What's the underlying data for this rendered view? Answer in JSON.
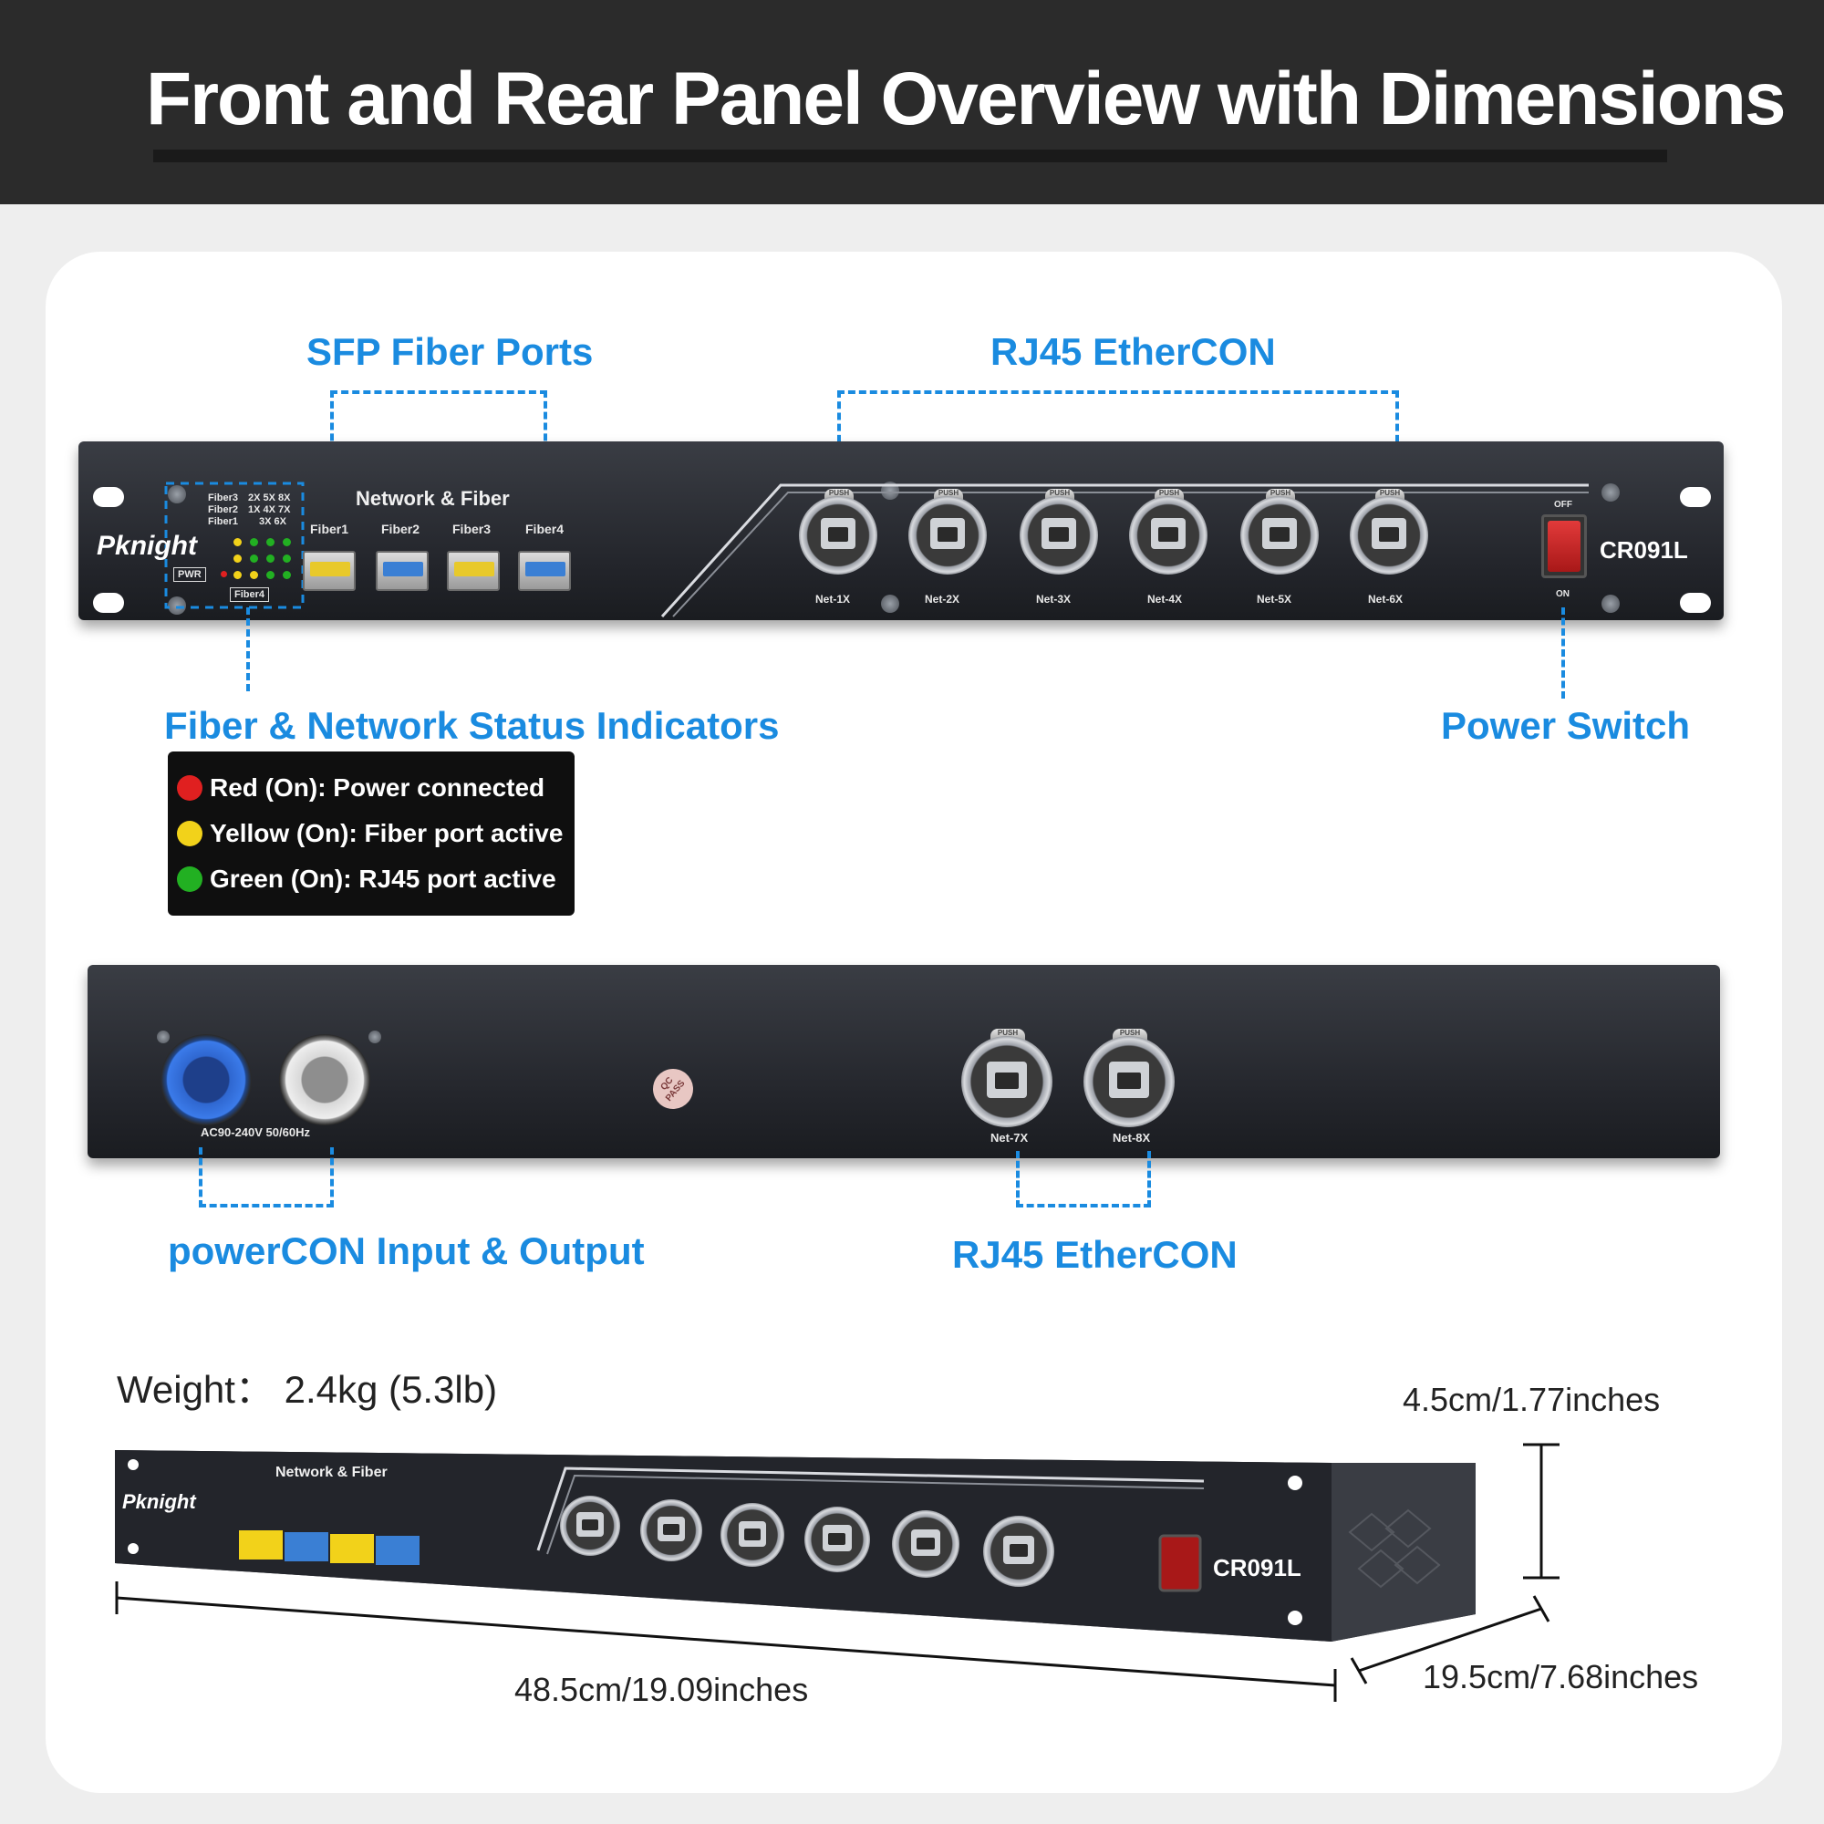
{
  "header": {
    "title": "Front and Rear Panel Overview with Dimensions"
  },
  "labels": {
    "sfp": "SFP Fiber Ports",
    "rj45_front": "RJ45 EtherCON",
    "status": "Fiber & Network Status Indicators",
    "power_switch": "Power Switch",
    "powercon": "powerCON Input & Output",
    "rj45_rear": "RJ45 EtherCON"
  },
  "legend": [
    {
      "text": "Red (On): Power connected",
      "color": "#e02020"
    },
    {
      "text": "Yellow (On): Fiber port active",
      "color": "#f2d21a"
    },
    {
      "text": "Green (On): RJ45 port active",
      "color": "#22b022"
    }
  ],
  "front_panel": {
    "brand": "Pknight",
    "title": "Network & Fiber",
    "model": "CR091L",
    "pwr": "PWR",
    "fiber4_box": "Fiber4",
    "led_labels": [
      "Fiber3",
      "Fiber2",
      "Fiber1"
    ],
    "led_grid": [
      "2X 5X 8X",
      "1X 4X 7X",
      "3X 6X"
    ],
    "fiber_ports": [
      "Fiber1",
      "Fiber2",
      "Fiber3",
      "Fiber4"
    ],
    "net_ports": [
      "Net-1X",
      "Net-2X",
      "Net-3X",
      "Net-4X",
      "Net-5X",
      "Net-6X"
    ],
    "push": "PUSH",
    "switch_off": "OFF",
    "switch_on": "ON"
  },
  "rear_panel": {
    "power_label": "AC90-240V 50/60Hz",
    "net_ports": [
      "Net-7X",
      "Net-8X"
    ],
    "push": "PUSH",
    "qc": "QC PASS"
  },
  "specs": {
    "weight": "Weight： 2.4kg (5.3lb)",
    "height": "4.5cm/1.77inches",
    "width": "48.5cm/19.09inches",
    "depth": "19.5cm/7.68inches"
  },
  "colors": {
    "accent": "#1a8be0",
    "header_bg": "#2b2b2b",
    "panel": "#25272c"
  }
}
